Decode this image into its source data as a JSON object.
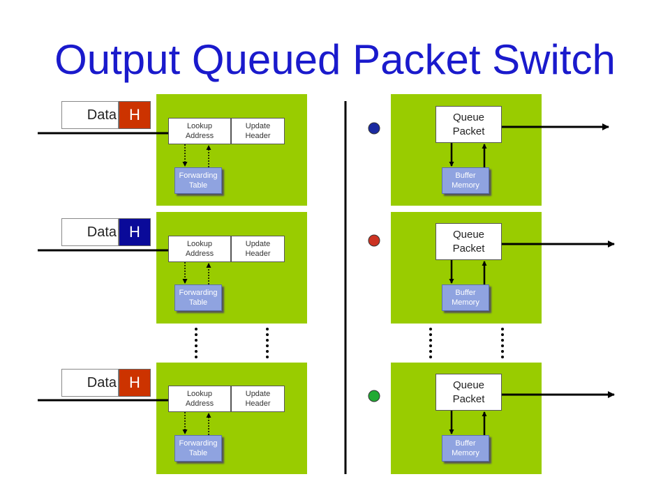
{
  "title": "Output Queued Packet Switch",
  "input_ports": [
    {
      "data_label": "Data",
      "header_label": "H",
      "header_color": "#cc3300",
      "lookup_label": "Lookup\nAddress",
      "update_label": "Update\nHeader",
      "table_label": "Forwarding\nTable"
    },
    {
      "data_label": "Data",
      "header_label": "H",
      "header_color": "#0a0a99",
      "lookup_label": "Lookup\nAddress",
      "update_label": "Update\nHeader",
      "table_label": "Forwarding\nTable"
    },
    {
      "data_label": "Data",
      "header_label": "H",
      "header_color": "#cc3300",
      "lookup_label": "Lookup\nAddress",
      "update_label": "Update\nHeader",
      "table_label": "Forwarding\nTable"
    }
  ],
  "output_ports": [
    {
      "dot_color": "#1a2aa0",
      "queue_label": "Queue\nPacket",
      "buffer_label": "Buffer\nMemory"
    },
    {
      "dot_color": "#cc3322",
      "queue_label": "Queue\nPacket",
      "buffer_label": "Buffer\nMemory"
    },
    {
      "dot_color": "#22aa33",
      "queue_label": "Queue\nPacket",
      "buffer_label": "Buffer\nMemory"
    }
  ],
  "colors": {
    "title": "#1a1acc",
    "panel": "#99cc00",
    "buffer": "#8fa3e0"
  }
}
